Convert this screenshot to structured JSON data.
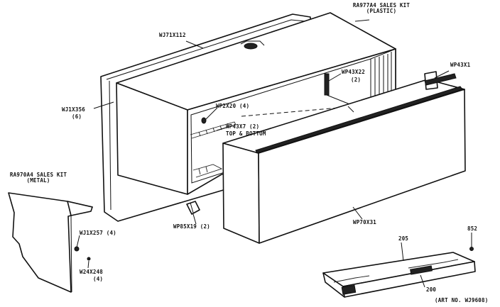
{
  "labels": {
    "ra977a4": "RA977A4 SALES KIT",
    "plastic": "(PLASTIC)",
    "wj71x112": "WJ71X112",
    "wp43x22": "WP43X22",
    "wp43x22_qty": "(2)",
    "wp43x1": "WP43X1",
    "wj1x356": "WJ1X356",
    "wj1x356_qty": "(6)",
    "wp2x20": "WP2X20 (4)",
    "wp43x7": "WP43X7 (2)",
    "top_bottom": "TOP & BOTTOM",
    "ra970a4": "RA970A4 SALES KIT",
    "metal": "(METAL)",
    "wj1x257": "WJ1X257 (4)",
    "w24x248": "W24X248",
    "w24x248_qty": "(4)",
    "wp85x19": "WP85X19 (2)",
    "wp70x31": "WP70X31",
    "n205": "205",
    "n200": "200",
    "n852": "852",
    "art_no": "(ART NO. WJ9608)"
  }
}
